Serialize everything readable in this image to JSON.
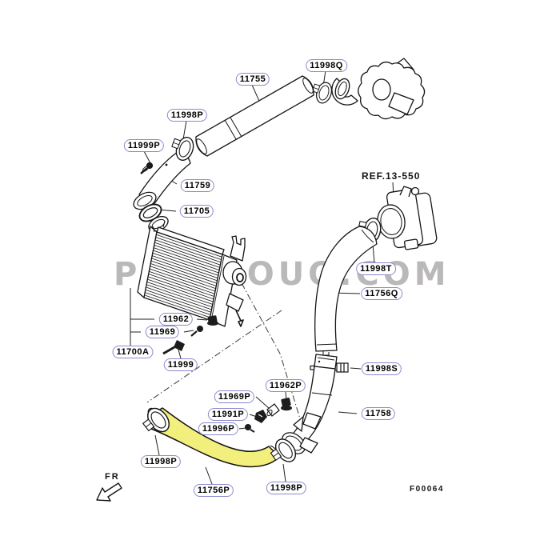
{
  "page": {
    "background_color": "#ffffff",
    "watermark_text": "PARTSOUQ.COM",
    "figure_code": "F00064",
    "front_direction_label": "FR",
    "reference_label": "REF.13-550"
  },
  "style": {
    "label_border_color": "#8a8ace",
    "line_color": "#141414",
    "highlight_color": "#f2ef7d",
    "watermark_color": "#bab8b8"
  },
  "part_labels": [
    {
      "part_number": "11998Q"
    },
    {
      "part_number": "11755"
    },
    {
      "part_number": "11998P"
    },
    {
      "part_number": "11999P"
    },
    {
      "part_number": "11759"
    },
    {
      "part_number": "11705"
    },
    {
      "part_number": "11998T"
    },
    {
      "part_number": "11756Q"
    },
    {
      "part_number": "11962"
    },
    {
      "part_number": "11969"
    },
    {
      "part_number": "11700A"
    },
    {
      "part_number": "11999"
    },
    {
      "part_number": "11998S"
    },
    {
      "part_number": "11962P"
    },
    {
      "part_number": "11969P"
    },
    {
      "part_number": "11991P"
    },
    {
      "part_number": "11996P"
    },
    {
      "part_number": "11758"
    },
    {
      "part_number": "11998P"
    },
    {
      "part_number": "11756P"
    },
    {
      "part_number": "11998P"
    }
  ]
}
